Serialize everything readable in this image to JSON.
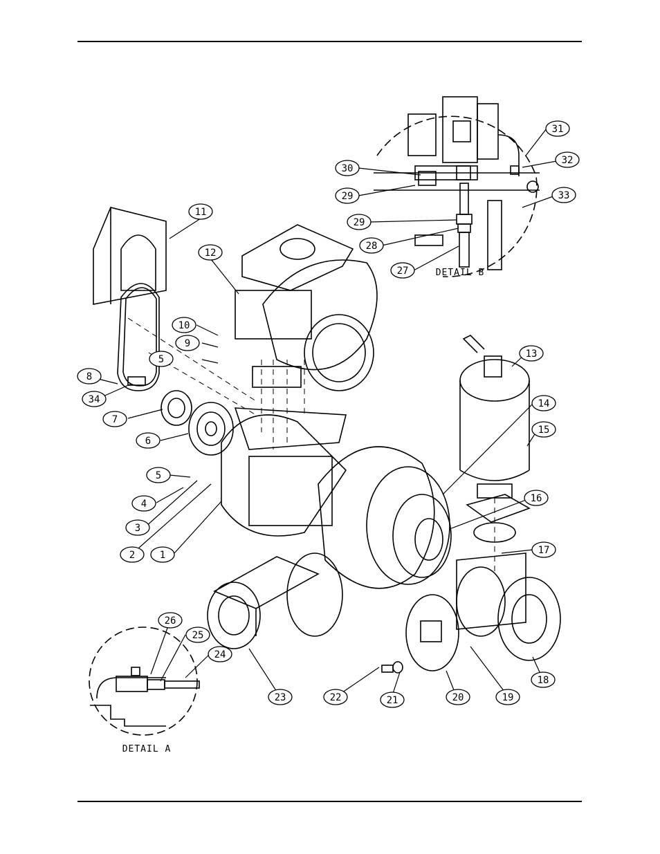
{
  "detail_a": "DETAIL A",
  "detail_b": "DETAIL B",
  "callouts": [
    "1",
    "2",
    "3",
    "4",
    "5",
    "5",
    "6",
    "7",
    "8",
    "9",
    "10",
    "11",
    "12",
    "13",
    "14",
    "15",
    "16",
    "17",
    "18",
    "19",
    "20",
    "21",
    "22",
    "23",
    "24",
    "25",
    "26",
    "27",
    "28",
    "29",
    "29",
    "30",
    "31",
    "32",
    "33",
    "34"
  ]
}
